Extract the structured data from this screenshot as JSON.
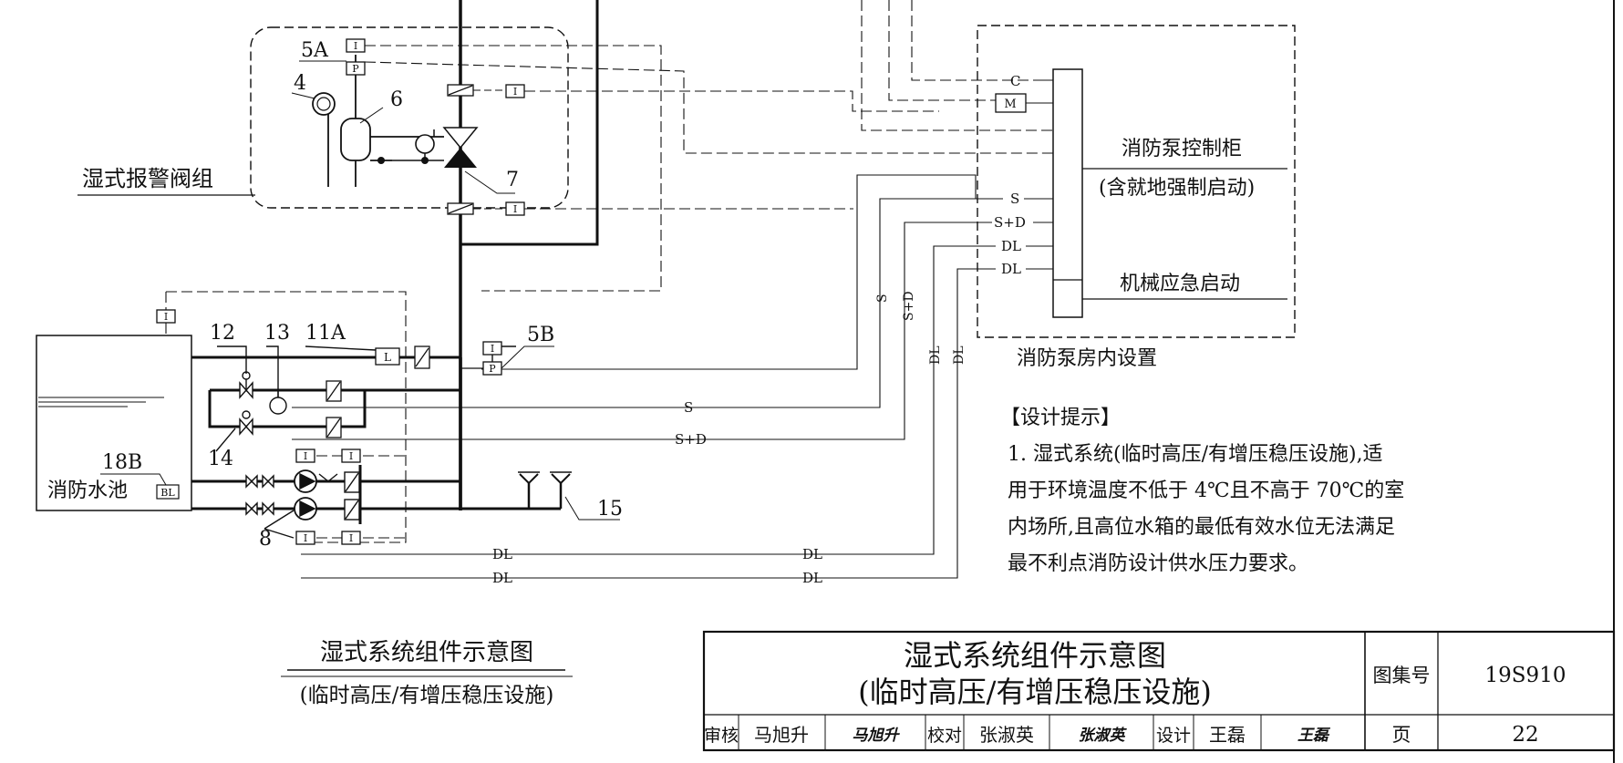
{
  "diagram": {
    "valve_group": {
      "label": "湿式报警阀组",
      "callouts": [
        "5A",
        "4",
        "6",
        "7"
      ]
    },
    "pool": {
      "label": "消防水池",
      "sensor_callout": "18B",
      "sensor_tag": "BL"
    },
    "callouts": {
      "n12": "12",
      "n13": "13",
      "n11a": "11A",
      "n5b": "5B",
      "n14": "14",
      "n8": "8",
      "n15": "15"
    },
    "instrument_tags": {
      "I": "I",
      "P": "P",
      "L": "L",
      "M": "M"
    },
    "signal_lines": {
      "S": "S",
      "SD": "S+D",
      "DL": "DL",
      "C": "C"
    },
    "control_cabinet": {
      "title": "消防泵控制柜",
      "subtitle": "(含就地强制启动)",
      "mechanical": "机械应急启动",
      "room_label": "消防泵房内设置",
      "inputs": [
        "C",
        "S",
        "S+D",
        "DL",
        "DL"
      ]
    }
  },
  "design_tips": {
    "heading": "【设计提示】",
    "lines": [
      "1. 湿式系统(临时高压/有增压稳压设施),适",
      "用于环境温度不低于 4℃且不高于 70℃的室",
      "内场所,且高位水箱的最低有效水位无法满足",
      "最不利点消防设计供水压力要求。"
    ]
  },
  "caption": {
    "title": "湿式系统组件示意图",
    "subtitle": "(临时高压/有增压稳压设施)"
  },
  "title_block": {
    "title": "湿式系统组件示意图",
    "subtitle": "(临时高压/有增压稳压设施)",
    "atlas_label": "图集号",
    "atlas_number": "19S910",
    "page_label": "页",
    "page_number": "22",
    "review_label": "审核",
    "reviewer": "马旭升",
    "reviewer_sig": "马旭升",
    "check_label": "校对",
    "checker": "张淑英",
    "checker_sig": "张淑英",
    "design_label": "设计",
    "designer": "王磊",
    "designer_sig": "王磊"
  }
}
